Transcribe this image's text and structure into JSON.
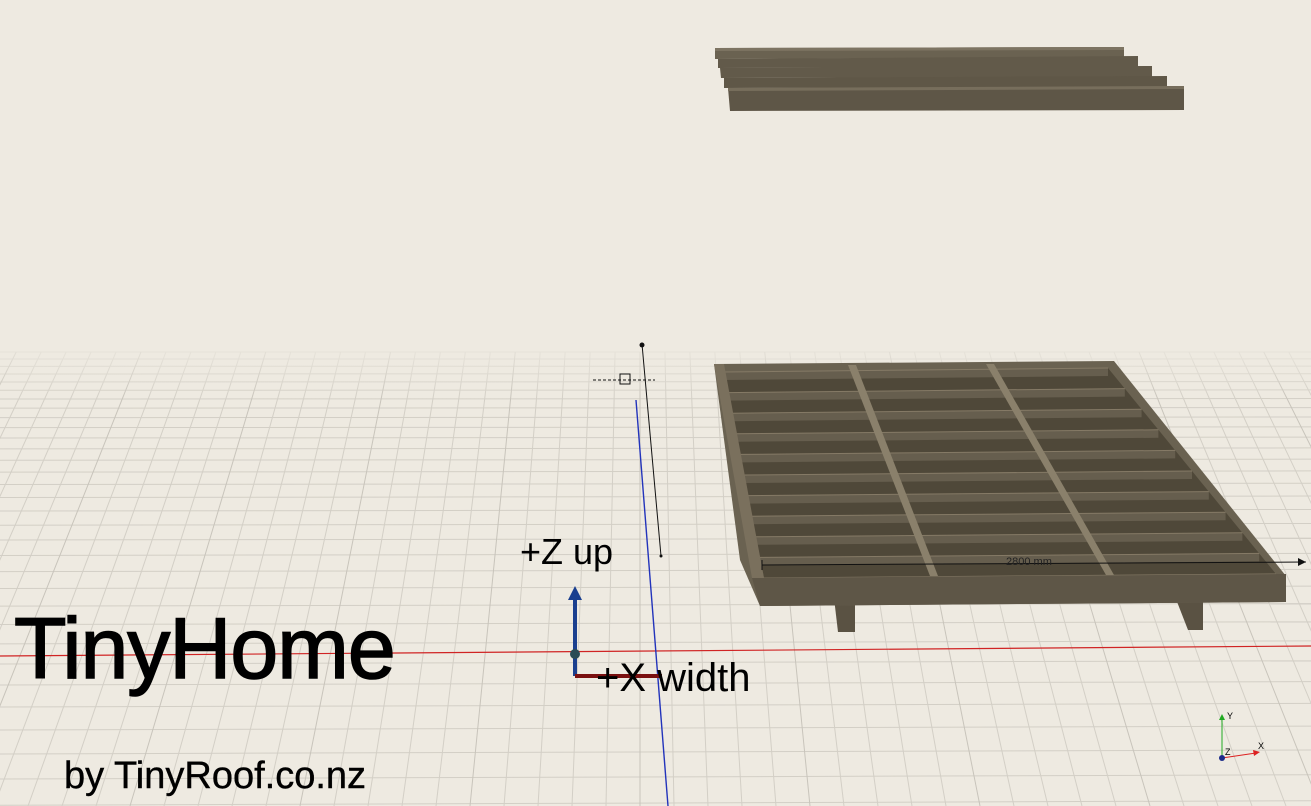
{
  "app": {
    "brand_title": "TinyHome",
    "brand_subtitle": "by TinyRoof.co.nz"
  },
  "axes_labels": {
    "z": "+Z up",
    "x": "+X width"
  },
  "dimension": {
    "text": "2800 mm"
  },
  "mini_triad": {
    "y": "Y",
    "x": "X",
    "z": "Z"
  },
  "colors": {
    "background": "#eeeae1",
    "grid": "#d6d2ca",
    "timber": "#5e5647",
    "timber_light": "#7a705d",
    "x_axis": "#cc2222",
    "y_axis": "#2233bb",
    "z_arrow": "#1a3f8f"
  }
}
